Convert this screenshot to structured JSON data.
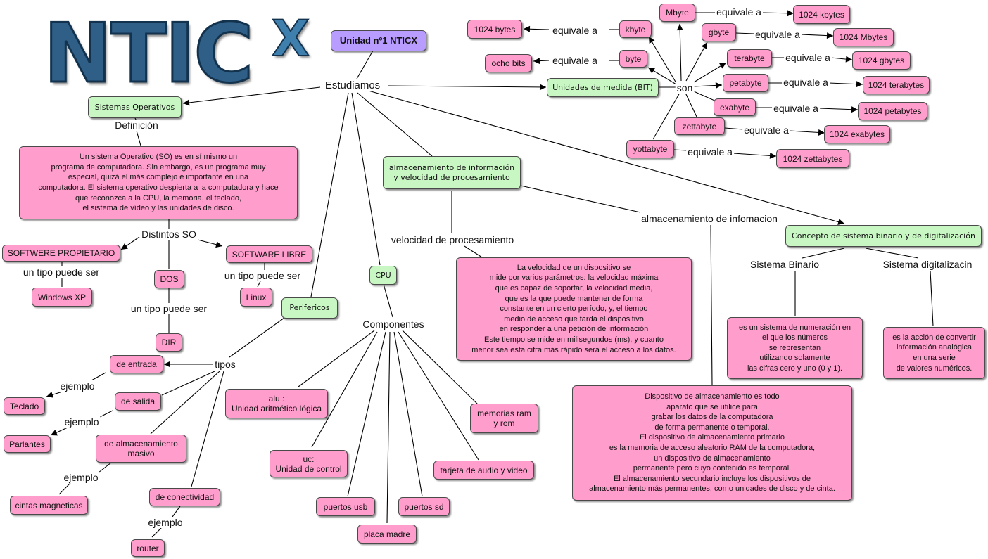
{
  "logo": {
    "text": "NTIC",
    "superscript": "X"
  },
  "title": "Unidad nº1 NTICX",
  "hub": "Estudiamos",
  "sistemas": {
    "node": "Sistemas Operativos",
    "definicion_label": "Definición",
    "definicion": "Un sistema Operativo (SO) es en sí mismo un\nprograma de computadora. Sin embargo, es un programa muy\nespecial, quizá el más complejo e importante en una\ncomputadora. El sistema operativo despierta a la computadora y hace\nque reconozca a la CPU, la memoria, el teclado,\nel sistema de vídeo y las unidades de disco.",
    "distintos_label": "Distintos SO",
    "propietario": "SOFTWERE PROPIETARIO",
    "libre": "SOFTWARE LIBRE",
    "dos": "DOS",
    "tipo_label": "un tipo puede ser",
    "windows": "Windows XP",
    "linux": "Linux",
    "dir": "DIR"
  },
  "perifericos": {
    "node": "Perifericos",
    "tipos_label": "tipos",
    "ejemplo_label": "ejemplo",
    "entrada": "de entrada",
    "salida": "de salida",
    "masivo": "de almacenamiento\nmasivo",
    "conectividad": "de conectividad",
    "teclado": "Teclado",
    "parlantes": "Parlantes",
    "cintas": "cintas magneticas",
    "router": "router"
  },
  "cpu": {
    "node": "CPU",
    "componentes_label": "Componentes",
    "alu": "alu :\nUnidad aritmético lógica",
    "uc": "uc:\nUnidad de control",
    "usb": "puertos usb",
    "placa": "placa madre",
    "sd": "puertos sd",
    "audio": "tarjeta de audio y video",
    "memorias": "memorias ram\ny rom"
  },
  "almacenamiento": {
    "node": "almacenamiento de información\ny velocidad de procesamiento",
    "velocidad_label": "velocidad de procesamiento",
    "velocidad_text": "La velocidad de un dispositivo se\nmide por varios parámetros: la velocidad máxima\nque es capaz de soportar, la velocidad media,\nque es la que puede mantener de forma\nconstante en un cierto período, y, el tiempo\nmedio de acceso que tarda el dispositivo\nen responder a una  petición de información\nEste tiempo se mide en milisegundos (ms), y cuanto\nmenor sea esta cifra más rápido será el acceso a los datos.",
    "info_label": "almacenamiento de infomacion",
    "info_text": "Dispositivo de almacenamiento es todo\naparato que se utilice para\ngrabar los datos de la computadora\nde forma permanente o temporal.\nEl dispositivo de almacenamiento primario\nes la memoria de acceso aleatorio RAM de la computadora,\nun dispositivo de almacenamiento\npermanente pero cuyo contenido es temporal.\nEl almacenamiento secundario incluye los dispositivos de\nalmacenamiento más permanentes, como unidades de disco y de cinta."
  },
  "binario": {
    "node": "Concepto de sistema binario y de digitalización",
    "binario_label": "Sistema Binario",
    "digital_label": "Sistema digitalizacin",
    "binario_text": "es un sistema de numeración en\nel que los números\nse representan\nutilizando solamente\nlas cifras cero y uno (0 y 1).",
    "digital_text": "es la acción de convertir\ninformación analógica\nen una serie\nde valores numéricos."
  },
  "unidades": {
    "node": "Unidades de medida (BIT)",
    "son_label": "son",
    "equivale_label": "equivale a",
    "items": [
      {
        "name": "Mbyte",
        "value": "1024 kbytes"
      },
      {
        "name": "kbyte",
        "value": "1024 bytes"
      },
      {
        "name": "gbyte",
        "value": "1024 Mbytes"
      },
      {
        "name": "byte",
        "value": "ocho bits"
      },
      {
        "name": "terabyte",
        "value": "1024 gbytes"
      },
      {
        "name": "petabyte",
        "value": "1024 terabytes"
      },
      {
        "name": "exabyte",
        "value": "1024 petabytes"
      },
      {
        "name": "zettabyte",
        "value": "1024 exabytes"
      },
      {
        "name": "yottabyte",
        "value": "1024 zettabytes"
      }
    ]
  },
  "colors": {
    "concept": "#ff9dcc",
    "section": "#c9f7c4",
    "title": "#b89cff",
    "logo": "#2f5f86"
  }
}
